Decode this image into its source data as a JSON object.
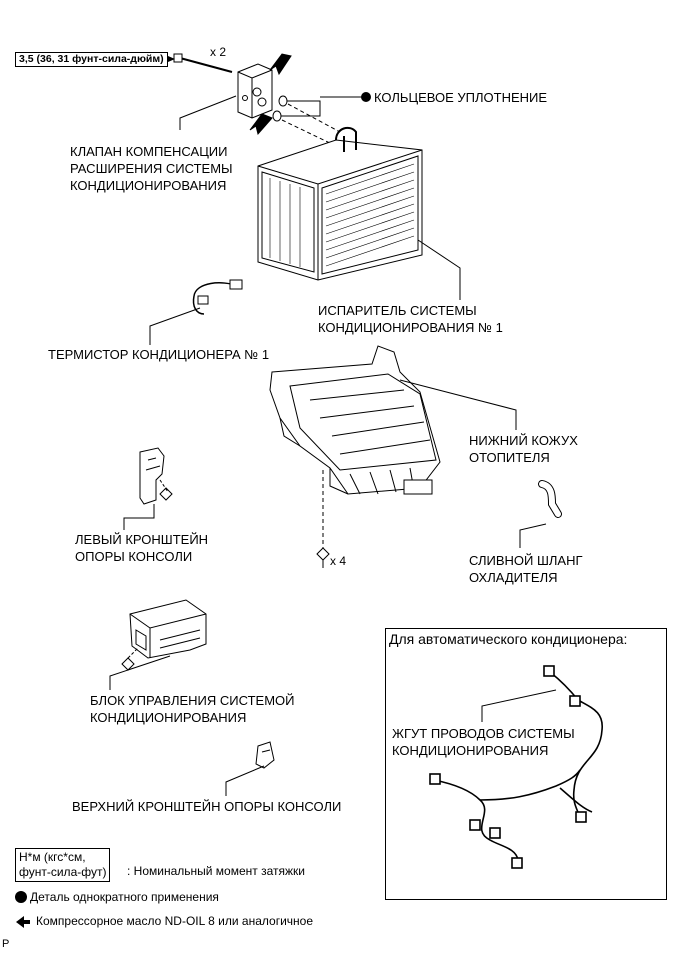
{
  "torque_spec": "3,5 (36, 31 фунт-сила-дюйм)",
  "bolt_qty": "x 2",
  "screw_qty": "x 4",
  "labels": {
    "o_ring": "КОЛЬЦЕВОЕ УПЛОТНЕНИЕ",
    "valve_1": "КЛАПАН КОМПЕНСАЦИИ",
    "valve_2": "РАСШИРЕНИЯ СИСТЕМЫ",
    "valve_3": "КОНДИЦИОНИРОВАНИЯ",
    "evap_1": "ИСПАРИТЕЛЬ СИСТЕМЫ",
    "evap_2": "КОНДИЦИОНИРОВАНИЯ № 1",
    "thermistor": "ТЕРМИСТОР КОНДИЦИОНЕРА № 1",
    "lower_case_1": "НИЖНИЙ КОЖУХ",
    "lower_case_2": "ОТОПИТЕЛЯ",
    "left_bracket_1": "ЛЕВЫЙ КРОНШТЕЙН",
    "left_bracket_2": "ОПОРЫ КОНСОЛИ",
    "drain_hose_1": "СЛИВНОЙ ШЛАНГ",
    "drain_hose_2": "ОХЛАДИТЕЛЯ",
    "auto_ac_title": "Для автоматического кондиционера:",
    "control_unit_1": "БЛОК УПРАВЛЕНИЯ СИСТЕМОЙ",
    "control_unit_2": "КОНДИЦИОНИРОВАНИЯ",
    "harness_1": "ЖГУТ ПРОВОДОВ СИСТЕМЫ",
    "harness_2": "КОНДИЦИОНИРОВАНИЯ",
    "upper_bracket": "ВЕРХНИЙ КРОНШТЕЙН ОПОРЫ КОНСОЛИ"
  },
  "legend": {
    "torque_unit_1": "Н*м (кгс*см,",
    "torque_unit_2": "фунт-сила-фут)",
    "torque_desc": ": Номинальный момент затяжки",
    "single_use": "Деталь однократного применения",
    "oil": "Компрессорное масло ND-OIL 8 или аналогичное"
  },
  "corner_mark": "P"
}
